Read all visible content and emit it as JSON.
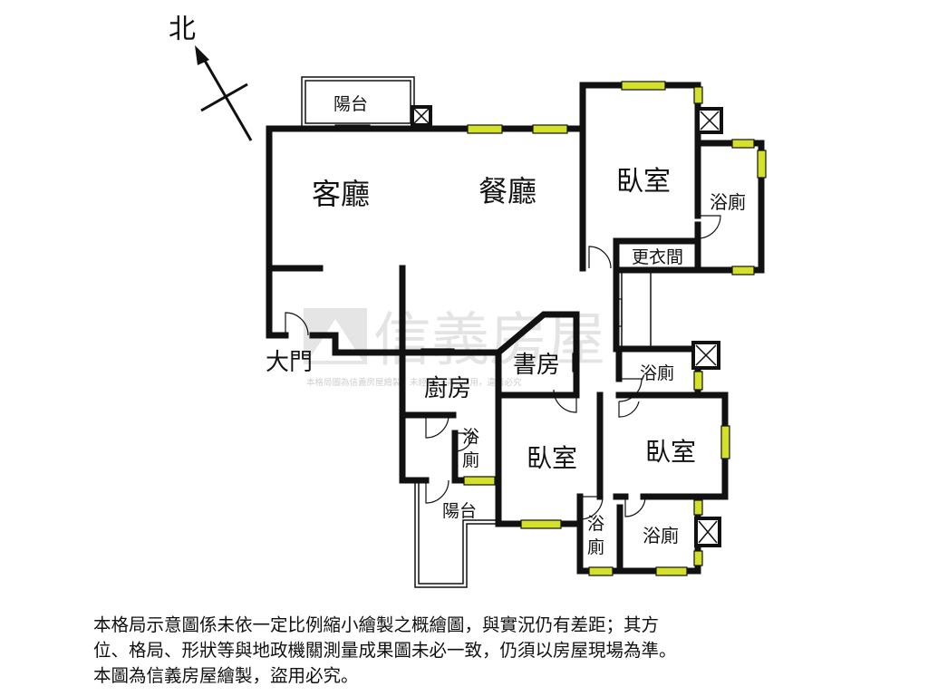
{
  "compass": {
    "north_label": "北"
  },
  "rooms": {
    "living_room": "客廳",
    "dining_room": "餐廳",
    "master_bedroom": "臥室",
    "master_bath": "浴廁",
    "walk_in_closet": "更衣間",
    "balcony_north": "陽台",
    "balcony_middle": "陽台",
    "entrance": "大門",
    "kitchen": "廚房",
    "study": "書房",
    "bath_middle": "浴廁",
    "bath_kitchen": "浴廁",
    "balcony_south": "陽台",
    "bedroom_center": "臥室",
    "bedroom_east": "臥室",
    "bath_center": "浴廁",
    "bath_east": "浴廁"
  },
  "watermark": {
    "brand": "信義房屋",
    "notice": "本格局圖為信義房屋繪製，未經允許請勿盜用，違者必究"
  },
  "disclaimer": {
    "line1": "本格局示意圖係未依一定比例縮小繪製之概繪圖，與實況仍有差距；其方",
    "line2": "位、格局、形狀等與地政機關測量成果圖未必一致，仍須以房屋現場為準。",
    "line3": "本圖為信義房屋繪製，盜用必究。"
  },
  "colors": {
    "wall": "#111111",
    "window": "#d4e02a",
    "watermark": "#cfcfcf"
  }
}
